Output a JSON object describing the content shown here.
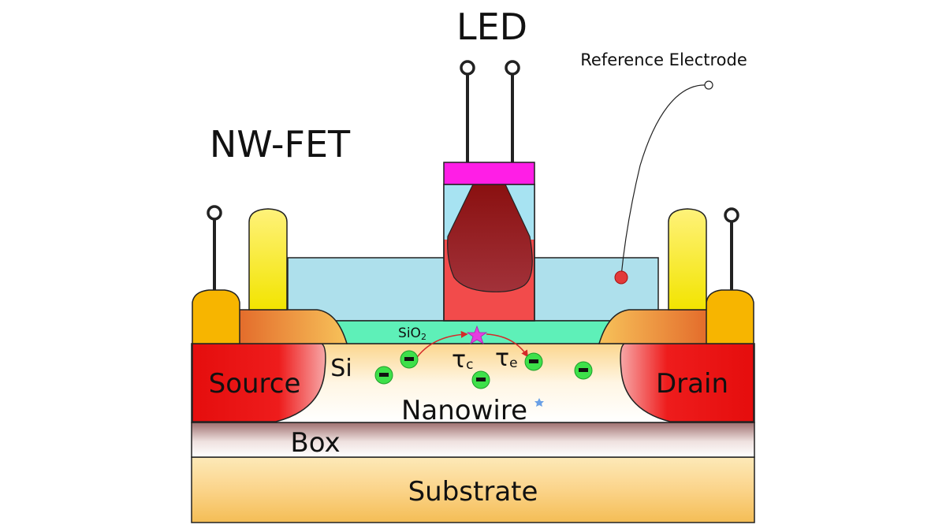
{
  "labels": {
    "led": "LED",
    "nwfet": "NW-FET",
    "reference_electrode": "Reference Electrode",
    "source": "Source",
    "drain": "Drain",
    "si": "Si",
    "sio2": "SiO",
    "sio2_sub": "2",
    "tau": "τ",
    "tau_c_sub": "c",
    "tau_e_sub": "e",
    "nanowire": "Nanowire",
    "box": "Box",
    "substrate": "Substrate",
    "electron_symbol": "−"
  },
  "colors": {
    "substrate": "#fbd48a",
    "box": "#e9d6d3",
    "nanowire": "#ffffff",
    "source_drain": "#ee1c1c",
    "oxide": "#5ef0b8",
    "solution": "#aee0ec",
    "contact": "#f7b500",
    "spacer": "#e98a35",
    "gate_pillar": "#f5ec00",
    "led_cap": "#ff1ee6",
    "led_body": "#f24b4b",
    "led_beam": "#9b1b1b",
    "electron": "#3ee04a",
    "trap_star": "#e43fe0",
    "ref_dot": "#e23a3a"
  }
}
